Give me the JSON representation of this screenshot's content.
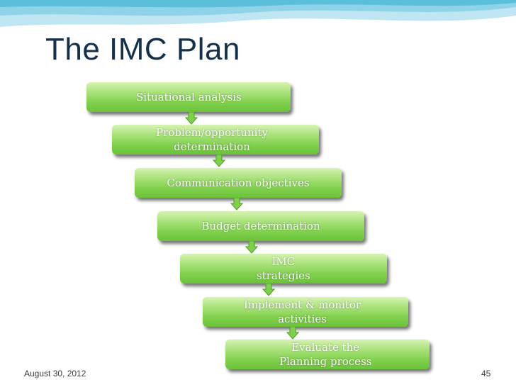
{
  "slide": {
    "title": "The IMC Plan",
    "date": "August 30, 2012",
    "page_number": "45"
  },
  "steps": [
    {
      "label": "Situational analysis"
    },
    {
      "label": "Problem/opportunity\ndetermination"
    },
    {
      "label": "Communication objectives"
    },
    {
      "label": "Budget determination"
    },
    {
      "label": "IMC\nstrategies"
    },
    {
      "label": "Implement & monitor\nactivities"
    },
    {
      "label": "Evaluate the\nPlanning process"
    }
  ],
  "colors": {
    "title": "#14304a",
    "box_top": "#d6f3b2",
    "box_bottom": "#6cc23a",
    "arrow": "#6cc23a"
  }
}
